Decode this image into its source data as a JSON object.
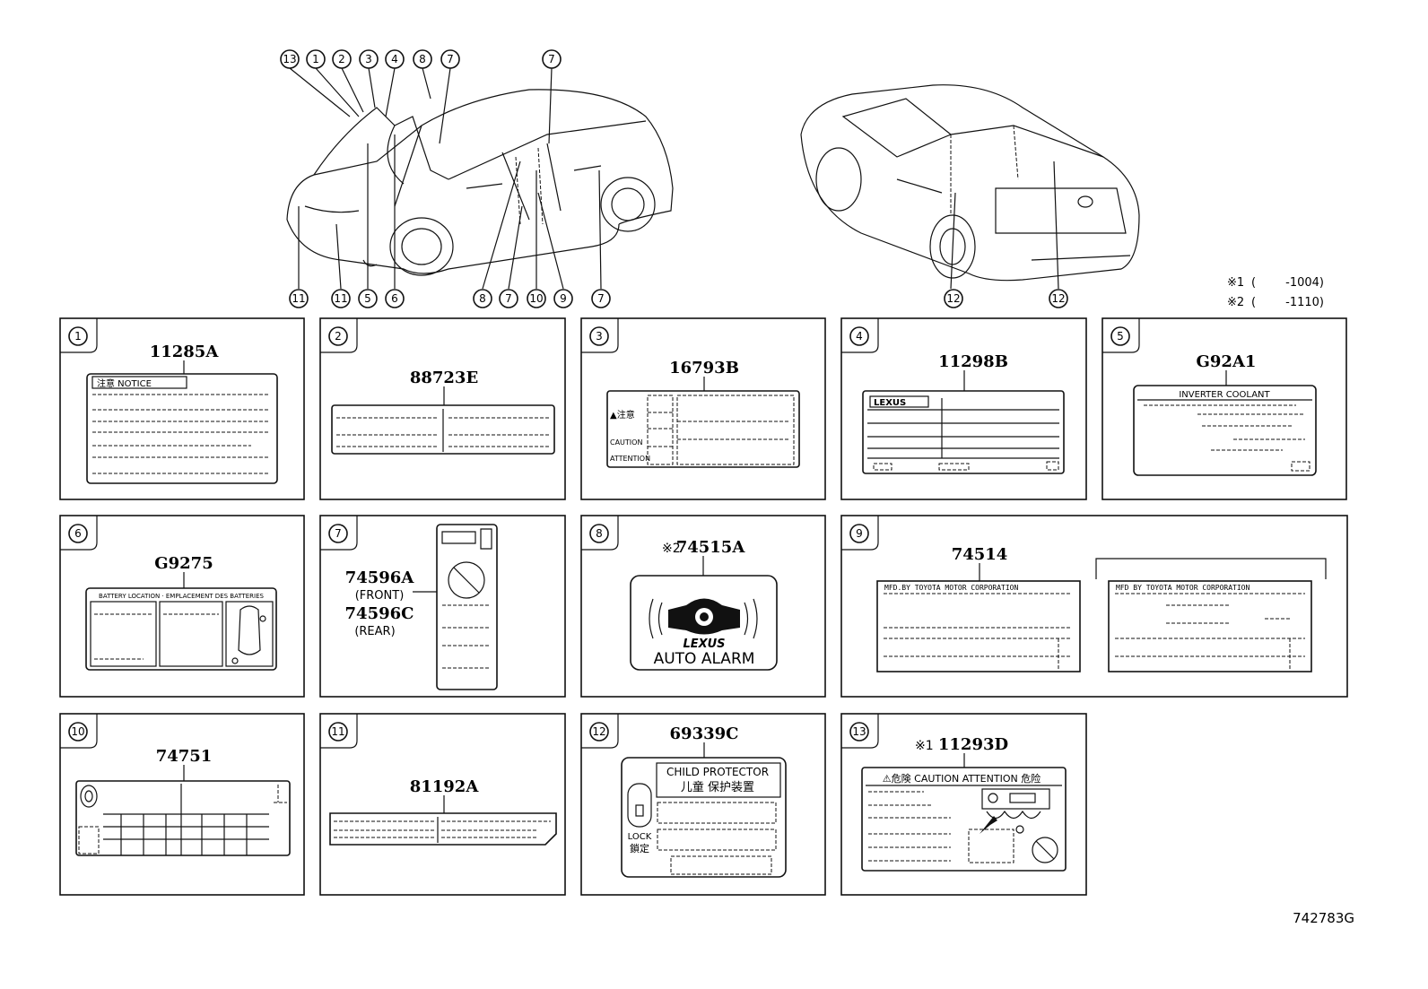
{
  "diagram_id": "742783G",
  "notes": [
    {
      "mark": "※1",
      "text": "(        -1004)"
    },
    {
      "mark": "※2",
      "text": "(        -1110)"
    }
  ],
  "car_callouts_front": {
    "top": [
      "13",
      "1",
      "2",
      "3",
      "4",
      "8",
      "7",
      "7"
    ],
    "bottom": [
      "11",
      "11",
      "5",
      "6",
      "8",
      "7",
      "10",
      "9",
      "7"
    ]
  },
  "car_callouts_rear": [
    "12",
    "12"
  ],
  "panels": [
    {
      "num": "1",
      "part": "11285A",
      "heading": "注意 NOTICE"
    },
    {
      "num": "2",
      "part": "88723E"
    },
    {
      "num": "3",
      "part": "16793B",
      "side": [
        "▲注意",
        "CAUTION",
        "ATTENTION"
      ]
    },
    {
      "num": "4",
      "part": "11298B",
      "brand": "LEXUS"
    },
    {
      "num": "5",
      "part": "G92A1",
      "heading": "INVERTER COOLANT"
    },
    {
      "num": "6",
      "part": "G9275",
      "heading": "BATTERY LOCATION · EMPLACEMENT DES BATTERIES"
    },
    {
      "num": "7",
      "parts": [
        "74596A",
        "(FRONT)",
        "74596C",
        "(REAR)"
      ]
    },
    {
      "num": "8",
      "prefix": "※2",
      "part": "74515A",
      "brand": "LEXUS",
      "caption": "AUTO ALARM"
    },
    {
      "num": "9",
      "part": "74514",
      "heading": "MFD.BY TOYOTA MOTOR CORPORATION",
      "heading2": "MFD BY TOYOTA MOTOR CORPORATION"
    },
    {
      "num": "10",
      "part": "74751"
    },
    {
      "num": "11",
      "part": "81192A"
    },
    {
      "num": "12",
      "part": "69339C",
      "heading": "CHILD PROTECTOR",
      "heading2": "儿童 保护装置",
      "side": "LOCK",
      "side2": "鎖定"
    },
    {
      "num": "13",
      "prefix": "※1",
      "part": "11293D",
      "heading": "⚠危険 CAUTION ATTENTION 危险"
    }
  ]
}
